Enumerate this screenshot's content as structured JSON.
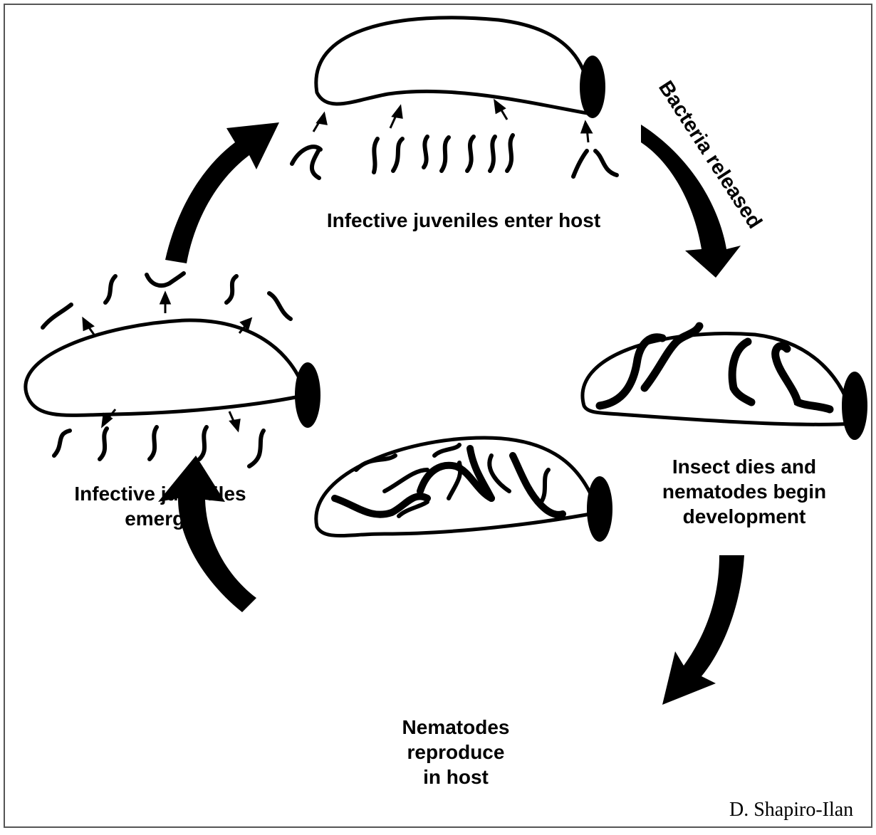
{
  "labels": {
    "enter_host": "Infective juveniles enter host",
    "bacteria": "Bacteria released",
    "insect_dies": [
      "Insect dies and",
      "nematodes begin",
      "development"
    ],
    "reproduce": [
      "Nematodes",
      "reproduce",
      "in host"
    ],
    "emerge": [
      "Infective juveniles",
      "emerge"
    ]
  },
  "credit": "D. Shapiro-Ilan",
  "colors": {
    "ink": "#000000",
    "background": "#ffffff",
    "border": "#555555"
  }
}
